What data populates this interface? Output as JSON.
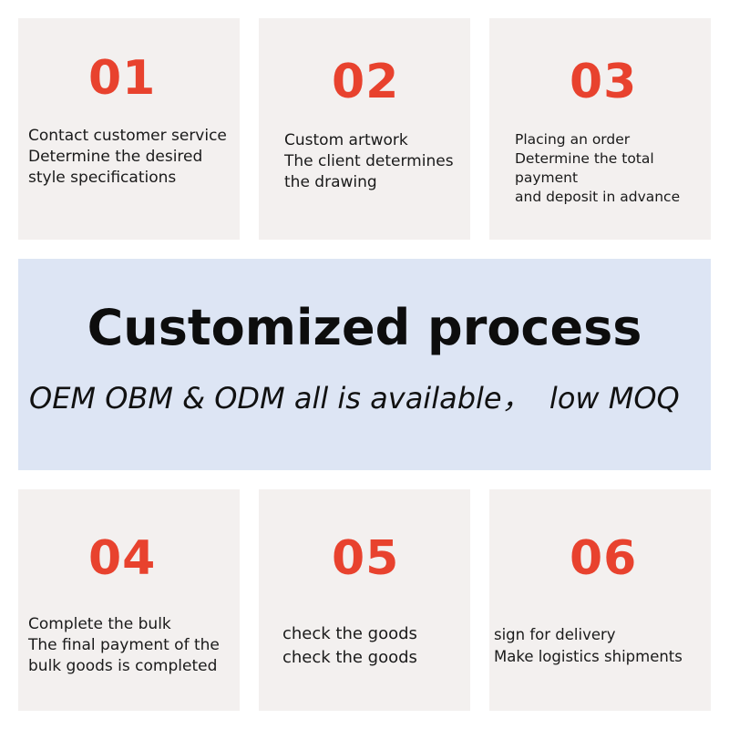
{
  "title": "Customized process",
  "subtitle": "OEM OBM & ODM all is available，  low MOQ",
  "steps": [
    {
      "number": "01",
      "text": "Contact customer service\nDetermine the desired\nstyle specifications"
    },
    {
      "number": "02",
      "text": "Custom   artwork\nThe client determines\nthe drawing"
    },
    {
      "number": "03",
      "text": "Placing an order\nDetermine the total\npayment\nand deposit in advance"
    },
    {
      "number": "04",
      "text": "Complete the bulk\nThe final payment of the\nbulk goods is completed"
    },
    {
      "number": "05",
      "text": "check  the goods\ncheck  the  goods"
    },
    {
      "number": "06",
      "text": "sign  for delivery\nMake  logistics  shipments"
    }
  ],
  "colors": {
    "card_bg": "#f3f0ef",
    "banner_bg": "#dde5f4",
    "number_accent": "#e8422e"
  }
}
